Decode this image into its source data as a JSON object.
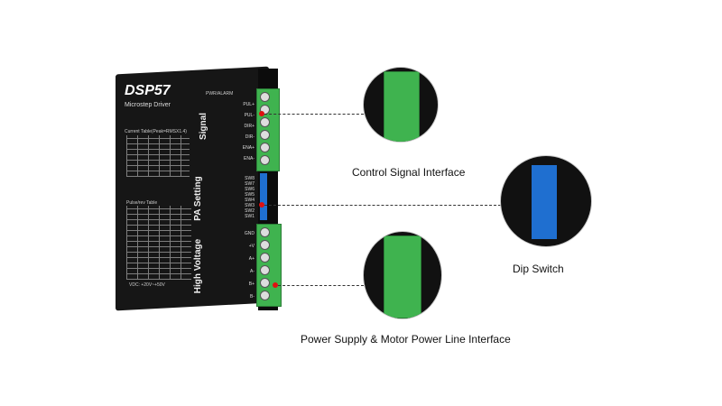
{
  "driver": {
    "model": "DSP57",
    "subtitle": "Microstep Driver",
    "current_table_label": "Current Table(Peak=RMSX1.4)",
    "pulse_table_label": "Pulse/rev Table",
    "voltage_note": "VDC: +20V~+50V",
    "pwr_alarm": "PWR/ALARM",
    "signal_group": "Signal",
    "signal_pins": [
      "PUL+",
      "PUL-",
      "DIR+",
      "DIR-",
      "ENA+",
      "ENA-"
    ],
    "pa_group": "PA Setting",
    "switches": [
      "SW8",
      "SW7",
      "SW6",
      "SW5",
      "SW4",
      "SW3",
      "SW2",
      "SW1"
    ],
    "hv_group": "High Voltage",
    "power_pins": [
      "GND",
      "+V",
      "A+",
      "A-",
      "B+",
      "B-"
    ]
  },
  "callouts": {
    "control": "Control Signal Interface",
    "dip": "Dip Switch",
    "power": "Power Supply & Motor Power Line Interface"
  },
  "colors": {
    "terminal": "#3fb34f",
    "marker": "#e01010",
    "dip": "#1f6fd0"
  }
}
